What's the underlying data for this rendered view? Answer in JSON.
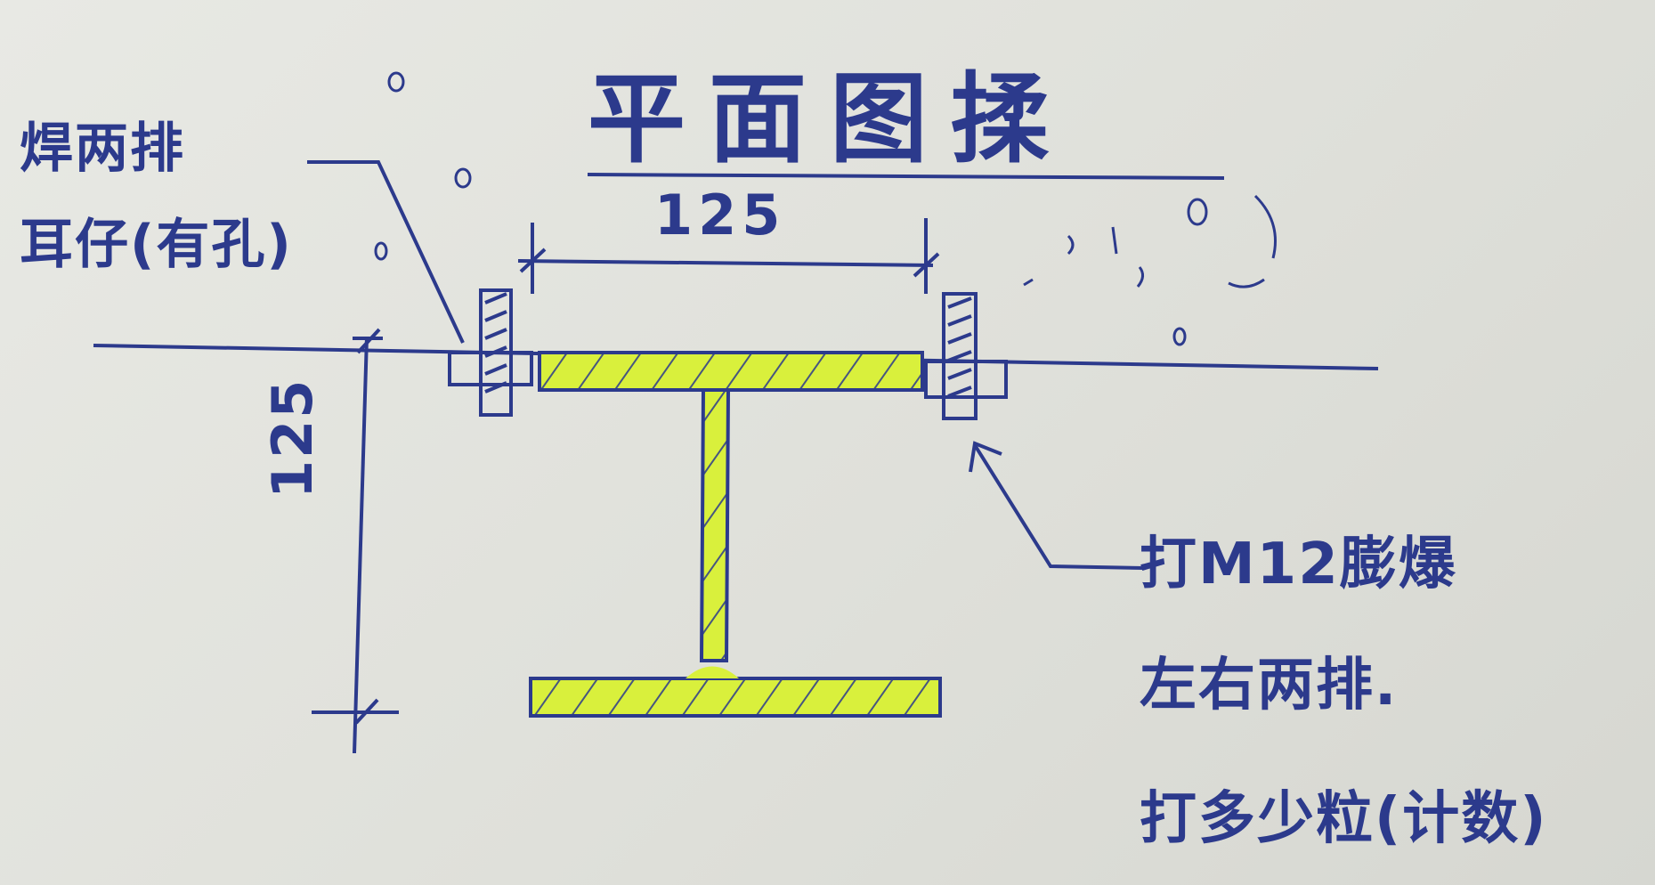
{
  "title": "平面图揉",
  "labels": {
    "left_line_1": "焊两排",
    "left_line_2": "耳仔(有孔)",
    "dim_top": "125",
    "dim_left": "125"
  },
  "note": {
    "line_1": "打M12膨爆",
    "line_2": "左右两排.",
    "line_3": "打多少粒(计数)"
  },
  "colors": {
    "ink": "#2c3a8c",
    "fill": "#d9f03c",
    "paper": "#e3e4de"
  }
}
